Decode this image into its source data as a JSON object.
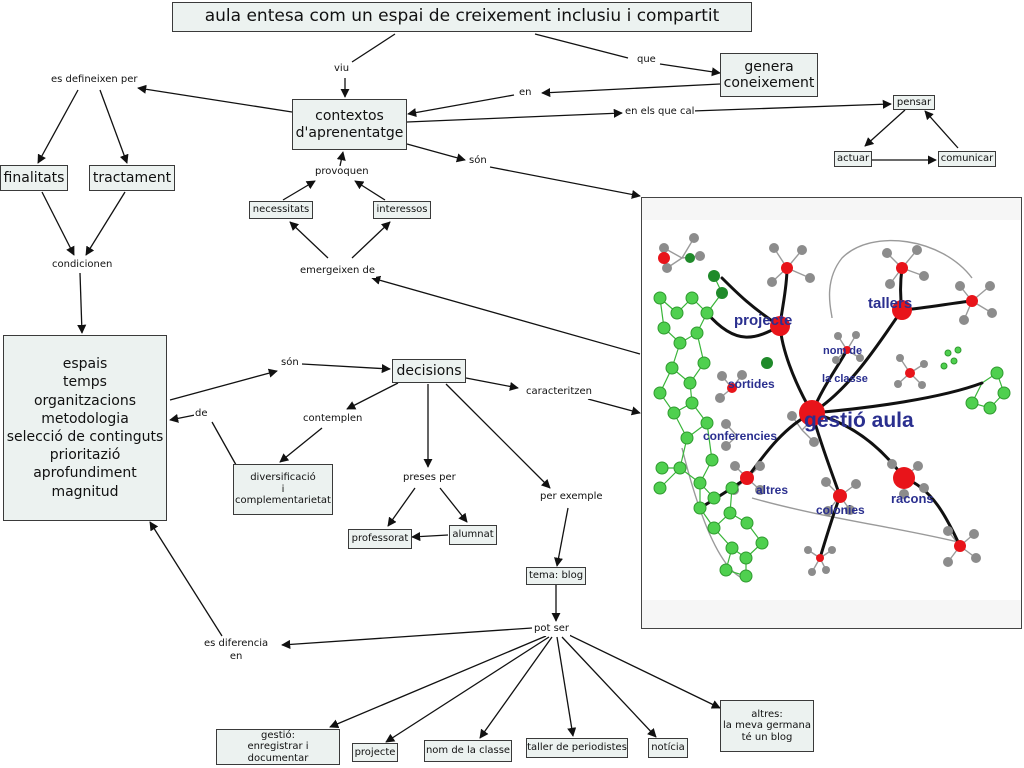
{
  "title": "aula entesa com un espai de creixement inclusiu i compartit",
  "concepts": {
    "genera": "genera\nconeixement",
    "contextos": "contextos\nd'aprenentatge",
    "pensar": "pensar",
    "actuar": "actuar",
    "comunicar": "comunicar",
    "finalitats": "finalitats",
    "tractament": "tractament",
    "necessitats": "necessitats",
    "interessos": "interessos",
    "espais": "espais\ntemps\norganitzacions\nmetodologia\nselecció de continguts\nprioritazió\naprofundiment\nmagnitud",
    "decisions": "decisions",
    "diversificacio": "diversificació\ni\ncomplementarietat",
    "professorat": "professorat",
    "alumnat": "alumnat",
    "tema": "tema: blog",
    "gestio": "gestió:\nenregistrar i documentar",
    "projecte": "projecte",
    "nom_classe": "nom de la classe",
    "taller": "taller de periodistes",
    "noticia": "notícia",
    "altres": "altres:\nla meva germana\nté un blog"
  },
  "linking_phrases": {
    "viu": "viu",
    "que": "que",
    "en": "en",
    "es_defineixen": "es defineixen per",
    "en_els_que_cal": "en els que cal",
    "son1": "són",
    "provoquen": "provoquen",
    "condicionen": "condicionen",
    "emergeixen": "emergeixen de",
    "son2": "són",
    "de": "de",
    "contemplen": "contemplen",
    "caracteritzen": "caracteritzen",
    "preses_per": "preses per",
    "per_exemple": "per exemple",
    "es_diferencia": "es diferencia\nen",
    "pot_ser": "pot ser"
  },
  "network_image": {
    "labels": {
      "projecte": "projecte",
      "tallers": "tallers",
      "nom_de": "nom de",
      "la_classe": "la classe",
      "sortides": "sortides",
      "conferencies": "conferencies",
      "gestio_aula": "gestió aula",
      "altres": "altres",
      "colonies": "colonies",
      "racons": "racons"
    },
    "colors": {
      "hub": "#e8141a",
      "green": "#4fd04f",
      "dark_green": "#1f8a2a",
      "grey": "#8c8c8c",
      "label": "#2a2f8f"
    }
  },
  "colors": {
    "node_fill": "#ecf2f0",
    "border": "#3a3a3a",
    "arrow": "#111111"
  }
}
